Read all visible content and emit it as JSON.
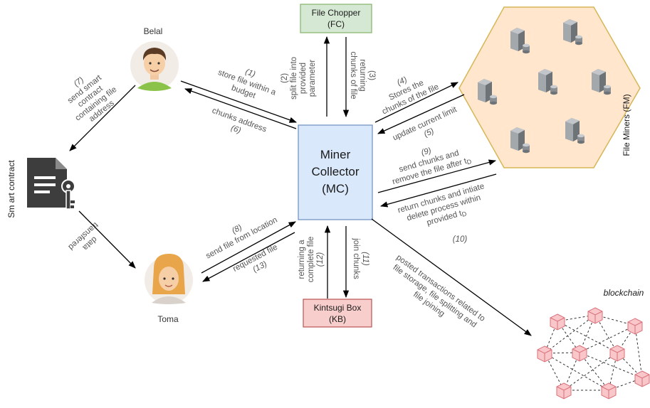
{
  "nodes": {
    "miner_collector": {
      "line1": "Miner",
      "line2": "Collector",
      "line3": "(MC)"
    },
    "file_chopper": {
      "line1": "File Chopper",
      "line2": "(FC)"
    },
    "kintsugi_box": {
      "line1": "Kintsugi Box",
      "line2": "(KB)"
    },
    "file_miners": {
      "label": "File Miners (FM)"
    },
    "smart_contract": {
      "label": "Sm art contract"
    },
    "blockchain": {
      "label": "blockchain"
    },
    "belal": {
      "name": "Belal"
    },
    "toma": {
      "name": "Toma"
    }
  },
  "edges": {
    "e1": {
      "num": "(1)",
      "l1": "store file within a",
      "l2": "budget"
    },
    "e2": {
      "l1": "(2)",
      "l2": "split file into",
      "l3": "provided",
      "l4": "parameter"
    },
    "e3": {
      "l1": "(3)",
      "l2": "returning",
      "l3": "chunks of file"
    },
    "e4": {
      "num": "(4)",
      "l1": "Stores the",
      "l2": "chunks of the file"
    },
    "e5": {
      "l1": "update current limit",
      "num": "(5)"
    },
    "e6": {
      "l1": "chunks address",
      "num": "(6)"
    },
    "e7": {
      "l1": "(7)",
      "l2": "send smart",
      "l3": "contract",
      "l4": "containing file",
      "l5": "address"
    },
    "e8": {
      "num": "(8)",
      "l1": "send file from location"
    },
    "e9": {
      "num": "(9)",
      "l1": "send chunks and",
      "l2": "remove the file after t",
      "sub": "D"
    },
    "e10": {
      "l1": "return chunks and intiate",
      "l2": "delete process within",
      "l3": "provided t",
      "sub": "D",
      "num": "(10)"
    },
    "e11": {
      "l1": "(11)",
      "l2": "join chunks"
    },
    "e12": {
      "l1": "returning a",
      "l2": "complete file",
      "l3": "(12)"
    },
    "e13": {
      "l1": "requested file",
      "num": "(13)"
    },
    "data": {
      "l1": "data",
      "l2": "transfered"
    },
    "posted": {
      "l1": "posted transactions related to",
      "l2": "file storage, file splitting and",
      "l3": "file joining"
    }
  },
  "colors": {
    "miner_collector_fill": "#dae8fc",
    "miner_collector_stroke": "#6c8ebf",
    "file_chopper_fill": "#d5e8d4",
    "file_chopper_stroke": "#82b366",
    "kintsugi_fill": "#f8cecc",
    "kintsugi_stroke": "#b85450",
    "hexagon_fill": "#ffe6cc",
    "hexagon_stroke": "#d6b656",
    "block_fill": "#f9c6c9",
    "block_stroke": "#d9707a"
  }
}
